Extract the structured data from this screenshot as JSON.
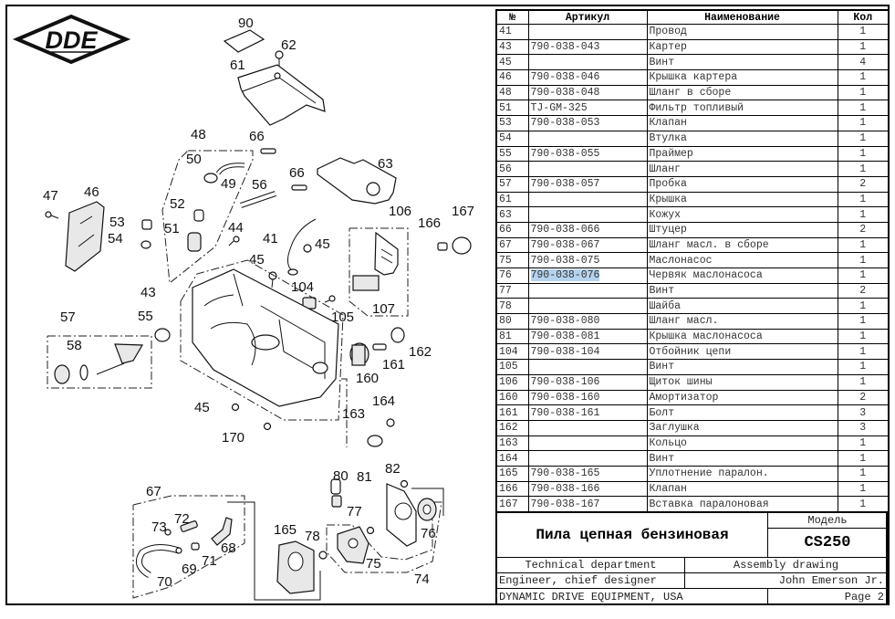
{
  "logo": {
    "text": "DDE"
  },
  "drawing": {
    "callouts": [
      "90",
      "62",
      "61",
      "48",
      "66",
      "50",
      "49",
      "56",
      "66",
      "63",
      "47",
      "46",
      "52",
      "106",
      "167",
      "166",
      "53",
      "51",
      "44",
      "41",
      "45",
      "54",
      "45",
      "104",
      "43",
      "105",
      "107",
      "57",
      "55",
      "58",
      "162",
      "161",
      "160",
      "45",
      "164",
      "163",
      "170",
      "67",
      "80",
      "82",
      "81",
      "72",
      "73",
      "77",
      "68",
      "165",
      "78",
      "76",
      "71",
      "69",
      "75",
      "70",
      "74"
    ]
  },
  "table": {
    "headers": {
      "num": "№",
      "article": "Артикул",
      "name": "Наименование",
      "qty": "Кол"
    },
    "rows": [
      {
        "num": "41",
        "article": "",
        "name": "Провод",
        "qty": "1"
      },
      {
        "num": "43",
        "article": "790-038-043",
        "name": "Картер",
        "qty": "1"
      },
      {
        "num": "45",
        "article": "",
        "name": "Винт",
        "qty": "4"
      },
      {
        "num": "46",
        "article": "790-038-046",
        "name": "Крышка картера",
        "qty": "1"
      },
      {
        "num": "48",
        "article": "790-038-048",
        "name": "Шланг в сборе",
        "qty": "1"
      },
      {
        "num": "51",
        "article": "TJ-GM-325",
        "name": "Фильтр топливый",
        "qty": "1"
      },
      {
        "num": "53",
        "article": "790-038-053",
        "name": "Клапан",
        "qty": "1"
      },
      {
        "num": "54",
        "article": "",
        "name": "Втулка",
        "qty": "1"
      },
      {
        "num": "55",
        "article": "790-038-055",
        "name": "Праймер",
        "qty": "1"
      },
      {
        "num": "56",
        "article": "",
        "name": "Шланг",
        "qty": "1"
      },
      {
        "num": "57",
        "article": "790-038-057",
        "name": "Пробка",
        "qty": "2"
      },
      {
        "num": "61",
        "article": "",
        "name": "Крышка",
        "qty": "1"
      },
      {
        "num": "63",
        "article": "",
        "name": "Кожух",
        "qty": "1"
      },
      {
        "num": "66",
        "article": "790-038-066",
        "name": "Штуцер",
        "qty": "2"
      },
      {
        "num": "67",
        "article": "790-038-067",
        "name": "Шланг масл. в сборе",
        "qty": "1"
      },
      {
        "num": "75",
        "article": "790-038-075",
        "name": "Маслонасос",
        "qty": "1"
      },
      {
        "num": "76",
        "article": "790-038-076",
        "name": "Червяк маслонасоса",
        "qty": "1",
        "selected": true
      },
      {
        "num": "77",
        "article": "",
        "name": "Винт",
        "qty": "2"
      },
      {
        "num": "78",
        "article": "",
        "name": "Шайба",
        "qty": "1"
      },
      {
        "num": "80",
        "article": "790-038-080",
        "name": "Шланг масл.",
        "qty": "1"
      },
      {
        "num": "81",
        "article": "790-038-081",
        "name": "Крышка маслонасоса",
        "qty": "1"
      },
      {
        "num": "104",
        "article": "790-038-104",
        "name": "Отбойник цепи",
        "qty": "1"
      },
      {
        "num": "105",
        "article": "",
        "name": "Винт",
        "qty": "1"
      },
      {
        "num": "106",
        "article": "790-038-106",
        "name": "Щиток шины",
        "qty": "1"
      },
      {
        "num": "160",
        "article": "790-038-160",
        "name": "Амортизатор",
        "qty": "2"
      },
      {
        "num": "161",
        "article": "790-038-161",
        "name": "Болт",
        "qty": "3"
      },
      {
        "num": "162",
        "article": "",
        "name": "Заглушка",
        "qty": "3"
      },
      {
        "num": "163",
        "article": "",
        "name": "Кольцо",
        "qty": "1"
      },
      {
        "num": "164",
        "article": "",
        "name": "Винт",
        "qty": "1"
      },
      {
        "num": "165",
        "article": "790-038-165",
        "name": "Уплотнение паралон.",
        "qty": "1"
      },
      {
        "num": "166",
        "article": "790-038-166",
        "name": "Клапан",
        "qty": "1"
      },
      {
        "num": "167",
        "article": "790-038-167",
        "name": "Вставка паралоновая",
        "qty": "1"
      }
    ]
  },
  "titleblock": {
    "product_name": "Пила цепная бензиновая",
    "model_label": "Модель",
    "model_value": "CS250",
    "department": "Technical department",
    "doc_type": "Assembly drawing",
    "role": "Engineer, chief designer",
    "person": "John Emerson Jr.",
    "company": "DYNAMIC DRIVE EQUIPMENT, USA",
    "page": "Page 2"
  },
  "colors": {
    "selection": "#b5d3ee",
    "border": "#000000"
  }
}
